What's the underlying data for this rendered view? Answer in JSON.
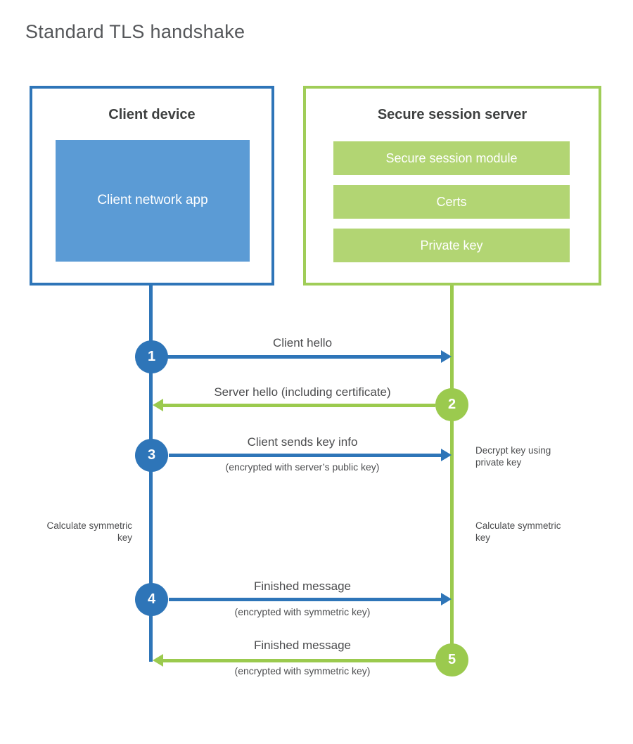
{
  "title": "Standard TLS handshake",
  "colors": {
    "blue": "#2e75b8",
    "blue_light": "#5b9bd5",
    "green": "#9bca4e",
    "green_border": "#a0cd58",
    "green_light": "#b2d573",
    "heading_text": "#3e4040",
    "label_text": "#4c4d4f"
  },
  "client": {
    "title": "Client device",
    "app_label": "Client network app"
  },
  "server": {
    "title": "Secure session server",
    "modules": [
      {
        "label": "Secure session module"
      },
      {
        "label": "Certs"
      },
      {
        "label": "Private key"
      }
    ]
  },
  "steps": [
    {
      "num": "1",
      "direction": "right",
      "label": "Client hello",
      "sublabel": ""
    },
    {
      "num": "2",
      "direction": "left",
      "label": "Server hello (including certificate)",
      "sublabel": ""
    },
    {
      "num": "3",
      "direction": "right",
      "label": "Client sends key info",
      "sublabel": "(encrypted with server’s public key)"
    },
    {
      "num": "4",
      "direction": "right",
      "label": "Finished message",
      "sublabel": "(encrypted with symmetric key)"
    },
    {
      "num": "5",
      "direction": "left",
      "label": "Finished message",
      "sublabel": "(encrypted with symmetric key)"
    }
  ],
  "notes": {
    "decrypt": "Decrypt key using private key",
    "calc_left": "Calculate symmetric key",
    "calc_right": "Calculate symmetric key"
  }
}
